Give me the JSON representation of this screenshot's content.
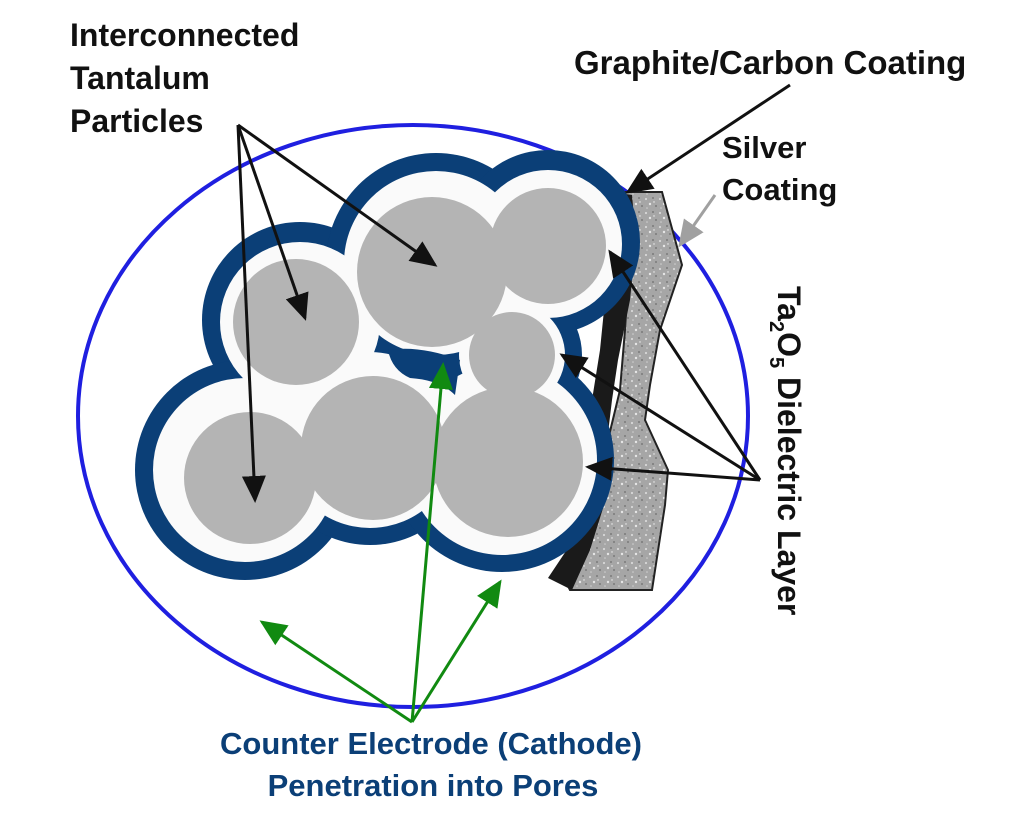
{
  "labels": {
    "particles_line1": "Interconnected",
    "particles_line2": "Tantalum",
    "particles_line3": "Particles",
    "graphite": "Graphite/Carbon Coating",
    "silver_line1": "Silver",
    "silver_line2": "Coating",
    "dielectric_ta": "Ta",
    "dielectric_sub2": "2",
    "dielectric_o": "O",
    "dielectric_sub5": "5",
    "dielectric_rest": " Dielectric Layer",
    "cathode_line1": "Counter Electrode (Cathode)",
    "cathode_line2": "Penetration into Pores"
  },
  "colors": {
    "outer_circle": "#1f1fe0",
    "cathode_blue": "#0b3f77",
    "particle_gray": "#b4b4b4",
    "graphite_black": "#1a1a1a",
    "silver_gray": "#a8a8a8",
    "label_text": "#111111",
    "cathode_label": "#0b3f77",
    "green_arrow": "#118a11",
    "black_arrow": "#111111",
    "silver_arrow": "#a0a0a0"
  }
}
